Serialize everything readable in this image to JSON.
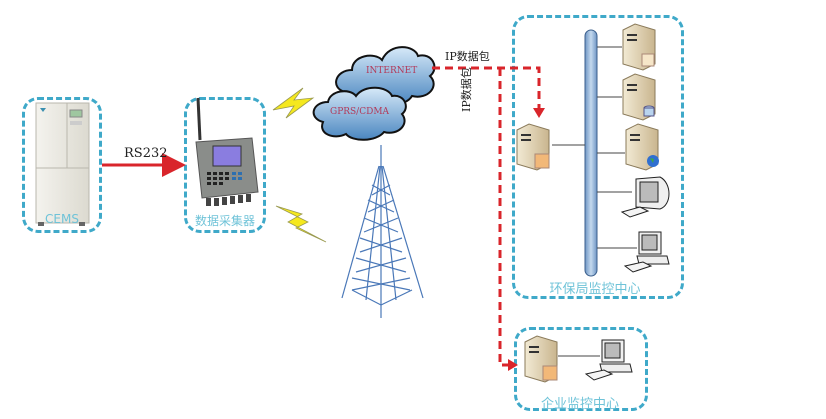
{
  "diagram": {
    "nodes": {
      "cems": {
        "label": "CEMS"
      },
      "collector": {
        "label": "数据采集器"
      },
      "internet": {
        "label": "INTERNET"
      },
      "gprs": {
        "label": "GPRS/CDMA"
      },
      "epb_center": {
        "label": "环保局监控中心"
      },
      "enterprise_center": {
        "label": "企业监控中心"
      }
    },
    "edges": {
      "rs232": {
        "label": "RS232"
      },
      "ip_packet_horizontal": {
        "label": "IP数据包"
      },
      "ip_packet_vertical": {
        "label": "IP数据包"
      }
    },
    "colors": {
      "group_border": "#3fa9c9",
      "group_label": "#6fc3d8",
      "rs232_arrow": "#d9252b",
      "ip_dashed": "#d9252b",
      "bus": "#8fb3d9",
      "tower": "#4a78b8",
      "lightning": "#f5e81e"
    }
  }
}
